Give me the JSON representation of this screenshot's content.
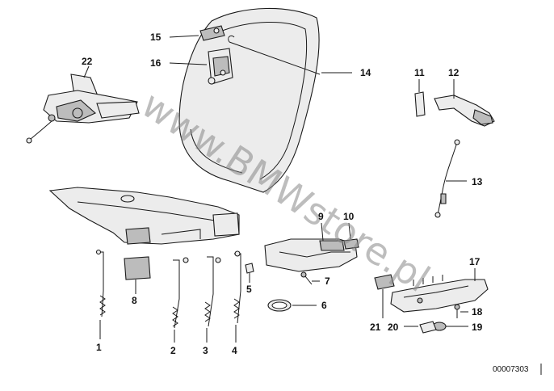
{
  "watermark": "www.BMWstore.pl",
  "diagram_code": "00007303",
  "callouts": {
    "c1": "1",
    "c2": "2",
    "c3": "3",
    "c4": "4",
    "c5": "5",
    "c6": "6",
    "c7": "7",
    "c8": "8",
    "c9": "9",
    "c10": "10",
    "c11": "11",
    "c12": "12",
    "c13": "13",
    "c14": "14",
    "c15": "15",
    "c16": "16",
    "c17": "17",
    "c18": "18",
    "c19": "19",
    "c20": "20",
    "c21": "21",
    "c22": "22"
  }
}
